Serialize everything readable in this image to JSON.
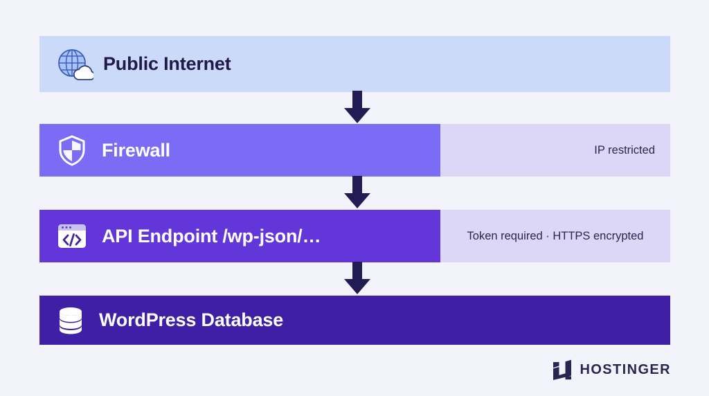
{
  "background_color": "#f3f4fb",
  "diagram": {
    "rows": [
      {
        "id": "public-internet",
        "title": "Public Internet",
        "icon": "globe-cloud-icon",
        "caption": "",
        "main_color": "#ccdaf9",
        "side_color": "",
        "title_color": "#1f1a4a"
      },
      {
        "id": "firewall",
        "title": "Firewall",
        "icon": "shield-icon",
        "caption": "IP restricted",
        "main_color": "#7a6cf5",
        "side_color": "#dcd6f7",
        "title_color": "#ffffff"
      },
      {
        "id": "api-endpoint",
        "title": "API Endpoint /wp-json/…",
        "icon": "code-window-icon",
        "caption": "Token required · HTTPS encrypted",
        "main_color": "#6236d8",
        "side_color": "#dcd6f7",
        "title_color": "#ffffff"
      },
      {
        "id": "wordpress-database",
        "title": "WordPress Database",
        "icon": "database-icon",
        "caption": "",
        "main_color": "#3f1fa5",
        "side_color": "",
        "title_color": "#ffffff"
      }
    ],
    "arrows": [
      {
        "id": "arrow-internet-to-firewall",
        "direction": "down",
        "color": "#231c54"
      },
      {
        "id": "arrow-firewall-to-api",
        "direction": "down",
        "color": "#231c54"
      },
      {
        "id": "arrow-api-to-database",
        "direction": "down",
        "color": "#231c54"
      }
    ]
  },
  "branding": {
    "name": "HOSTINGER",
    "mark_color": "#2a2550"
  }
}
